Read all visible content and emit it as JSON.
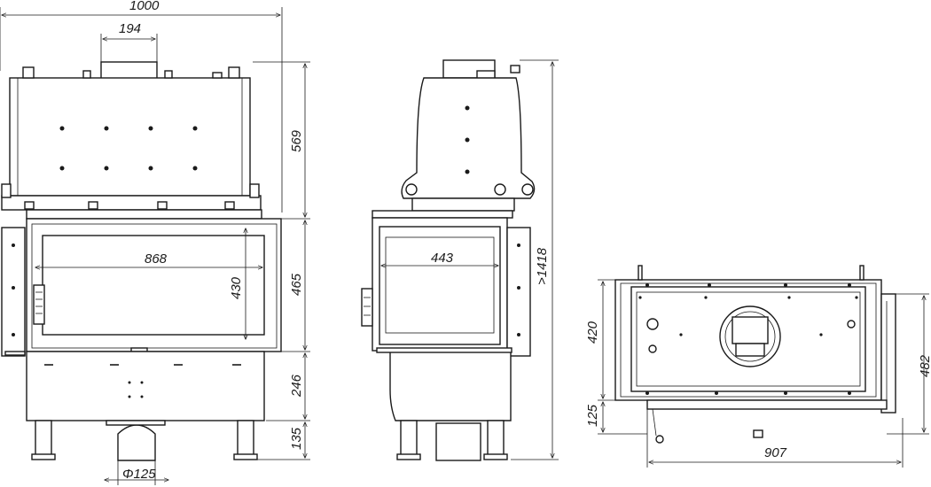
{
  "drawing": {
    "front_view": {
      "overall_width": "1000",
      "flue_width": "194",
      "glass_width": "868",
      "glass_height": "430",
      "upper_height": "569",
      "door_height": "465",
      "base_height": "246",
      "leg_height": "135",
      "flue_diameter": "Φ125"
    },
    "side_view": {
      "glass_width": "443",
      "total_height": ">1418"
    },
    "top_view": {
      "depth": "420",
      "offset": "125",
      "outer_depth": "482",
      "width": "907"
    }
  }
}
